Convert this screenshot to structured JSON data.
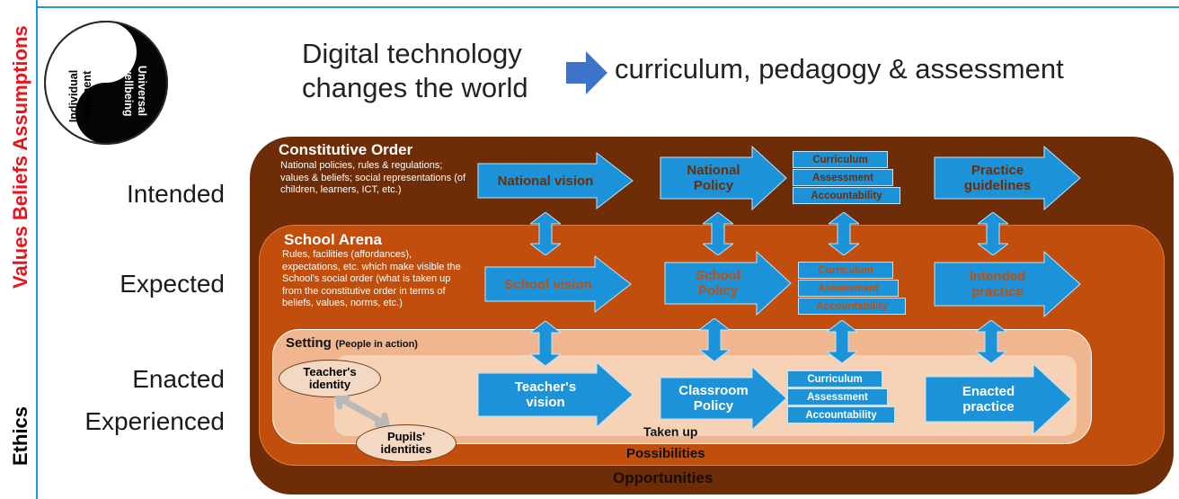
{
  "side_labels": {
    "values": "Values Beliefs Assumptions",
    "ethics": "Ethics"
  },
  "yin_yang": {
    "left": "Individual fulfilment",
    "right": "Universal wellbeing"
  },
  "header": {
    "left": "Digital technology\nchanges the world",
    "right": "curriculum, pedagogy & assessment"
  },
  "levels": {
    "intended": "Intended",
    "expected": "Expected",
    "enacted": "Enacted",
    "experienced": "Experienced"
  },
  "constitutive": {
    "title": "Constitutive Order",
    "desc": "National policies, rules & regulations; values & beliefs; social representations (of children, learners, ICT, etc.)",
    "vision": "National vision",
    "policy": "National\nPolicy",
    "items": [
      "Curriculum",
      "Assessment",
      "Accountability"
    ],
    "practice": "Practice\nguidelines"
  },
  "school": {
    "title": "School Arena",
    "desc": "Rules, facilities (affordances), expectations, etc. which make visible the School's social order (what is taken up from the constitutive order in terms of beliefs, values, norms, etc.)",
    "vision": "School vision",
    "policy": "School\nPolicy",
    "items": [
      "Curriculum",
      "Assessment",
      "Accountability"
    ],
    "practice": "Intended\npractice"
  },
  "setting": {
    "title": "Setting",
    "subtitle": "(People in action)",
    "teacher_identity": "Teacher's\nidentity",
    "pupil_identity": "Pupils'\nidentities",
    "vision": "Teacher's\nvision",
    "policy": "Classroom\nPolicy",
    "items": [
      "Curriculum",
      "Assessment",
      "Accountability"
    ],
    "practice": "Enacted\npractice",
    "taken_up": "Taken up",
    "possibilities": "Possibilities"
  },
  "opportunities": "Opportunities",
  "colors": {
    "blue_line": "#1a9bd7",
    "arrow_blue": "#1c93d9",
    "values_red": "#e8141b",
    "dark_brown": "#6e2d06",
    "mid_orange": "#c14e0c"
  }
}
